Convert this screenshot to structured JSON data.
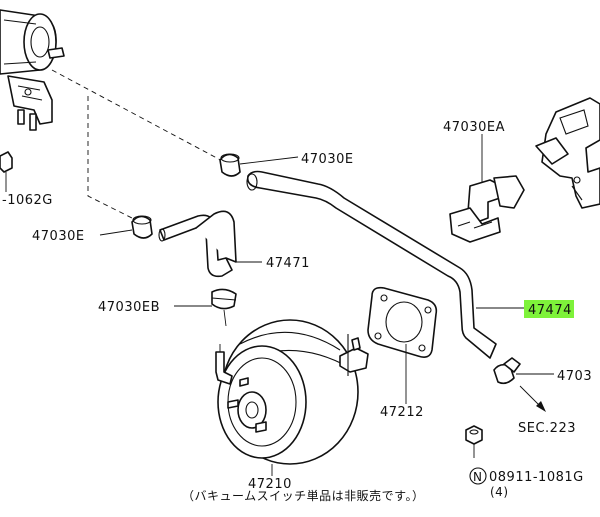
{
  "callouts": {
    "p1062g": "-1062G",
    "p47030ea": "47030EA",
    "p47030e_top": "47030E",
    "p47030e_left": "47030E",
    "p47471": "47471",
    "p47030eb": "47030EB",
    "p4747x": "47474",
    "p4703x": "4703",
    "sec223": "SEC.223",
    "p47212": "47212",
    "p47210": "47210",
    "nut_symbol": "N",
    "nut_number": "08911-1081G",
    "nut_qty": "(4)"
  },
  "footnote": "（バキュームスイッチ単品は非販売です。）",
  "colors": {
    "highlight": "#7ef23a",
    "line": "#111111"
  }
}
